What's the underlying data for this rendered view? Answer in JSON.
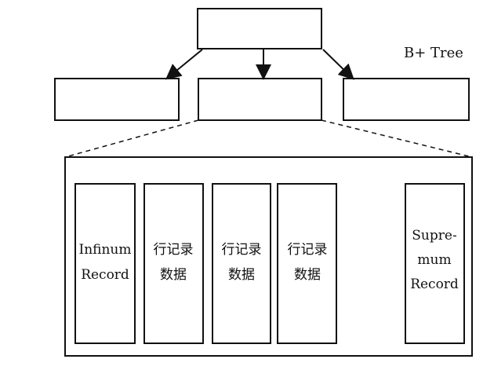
{
  "diagram": {
    "tree_label": "B+ Tree",
    "records": [
      {
        "lines": [
          "Infinum",
          "Record"
        ]
      },
      {
        "lines": [
          "行记录",
          "数据"
        ]
      },
      {
        "lines": [
          "行记录",
          "数据"
        ]
      },
      {
        "lines": [
          "行记录",
          "数据"
        ]
      },
      {
        "lines": [
          "Supre-",
          "mum",
          "Record"
        ]
      }
    ]
  }
}
